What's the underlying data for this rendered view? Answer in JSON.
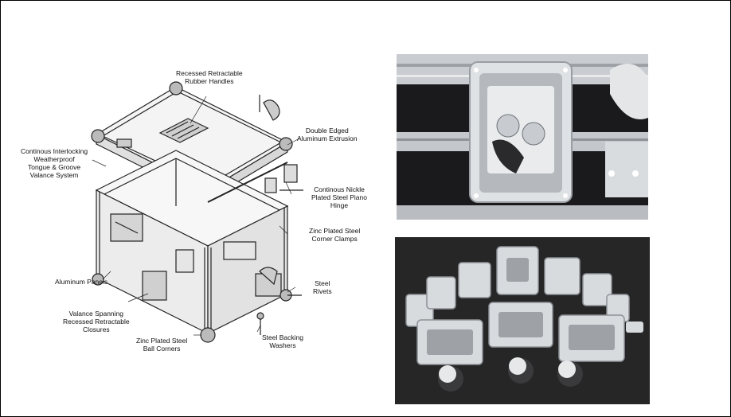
{
  "diagram": {
    "labels": {
      "handles": [
        "Recessed Retractable",
        "Rubber Handles"
      ],
      "extrusion": [
        "Double Edged",
        "Aluminum Extrusion"
      ],
      "tongue": [
        "Continous Interlocking",
        "Weatherproof",
        "Tongue & Groove",
        "Valance System"
      ],
      "hinge": [
        "Continous Nickle",
        "Plated Steel Piano",
        "Hinge"
      ],
      "clamps": [
        "Zinc Plated Steel",
        "Corner Clamps"
      ],
      "panels": [
        "Aluminum Panels"
      ],
      "rivets": [
        "Steel",
        "Rivets"
      ],
      "closures": [
        "Valance Spanning",
        "Recessed Retractable",
        "Closures"
      ],
      "corners": [
        "Zinc Plated Steel",
        "Ball Corners"
      ],
      "washers": [
        "Steel Backing",
        "Washers"
      ]
    }
  },
  "colors": {
    "case_black": "#1a1a1c",
    "aluminum": "#c9ccd0",
    "chrome": "#e4e6e8",
    "dark_bg": "#262626"
  }
}
